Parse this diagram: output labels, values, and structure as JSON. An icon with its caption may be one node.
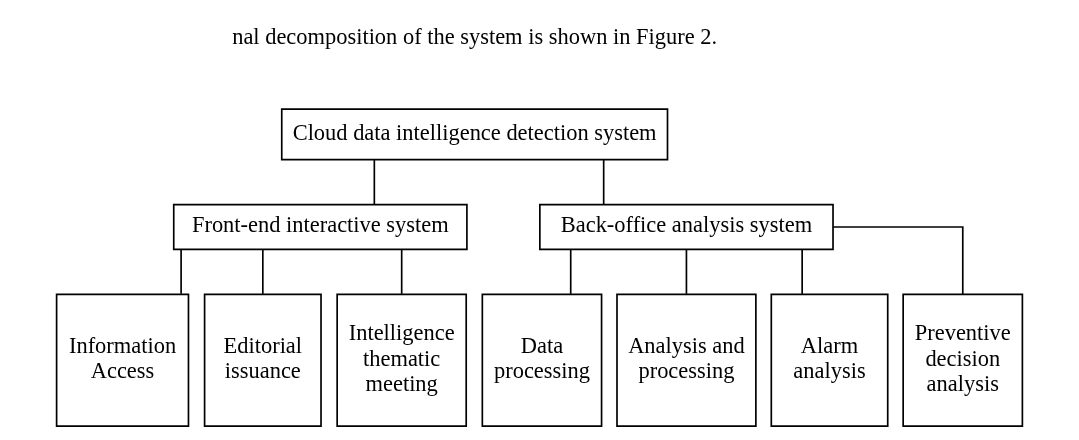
{
  "diagram": {
    "nodes": [
      {
        "text": [
          "Cloud data intelligence detection system"
        ]
      },
      {
        "text": [
          "Front-end interactive system"
        ]
      },
      {
        "text": [
          "Back-office analysis system"
        ]
      },
      {
        "text": [
          "Information Access"
        ]
      },
      {
        "text": [
          "Editorial issuance"
        ]
      },
      {
        "text": [
          "Intelligence thematic meeting"
        ]
      },
      {
        "text": [
          "Data processing"
        ]
      },
      {
        "text": [
          "Analysis and processing"
        ]
      },
      {
        "text": [
          "Alarm analysis"
        ]
      },
      {
        "text": [
          "Preventive decision analysis"
        ]
      }
    ],
    "edges": [
      {
        "from": 0,
        "to": 1,
        "arrow": "none"
      },
      {
        "from": 0,
        "to": 2,
        "arrow": "none"
      },
      {
        "from": 1,
        "to": 3,
        "arrow": "none"
      },
      {
        "from": 1,
        "to": 4,
        "arrow": "none"
      },
      {
        "from": 1,
        "to": 5,
        "arrow": "none"
      },
      {
        "from": 2,
        "to": 6,
        "arrow": "none"
      },
      {
        "from": 2,
        "to": 7,
        "arrow": "none"
      },
      {
        "from": 2,
        "to": 8,
        "arrow": "none"
      },
      {
        "from": 2,
        "to": 9,
        "arrow": "none"
      }
    ],
    "labels": [
      "nal decomposition of the system is shown in Figure 2."
    ]
  }
}
